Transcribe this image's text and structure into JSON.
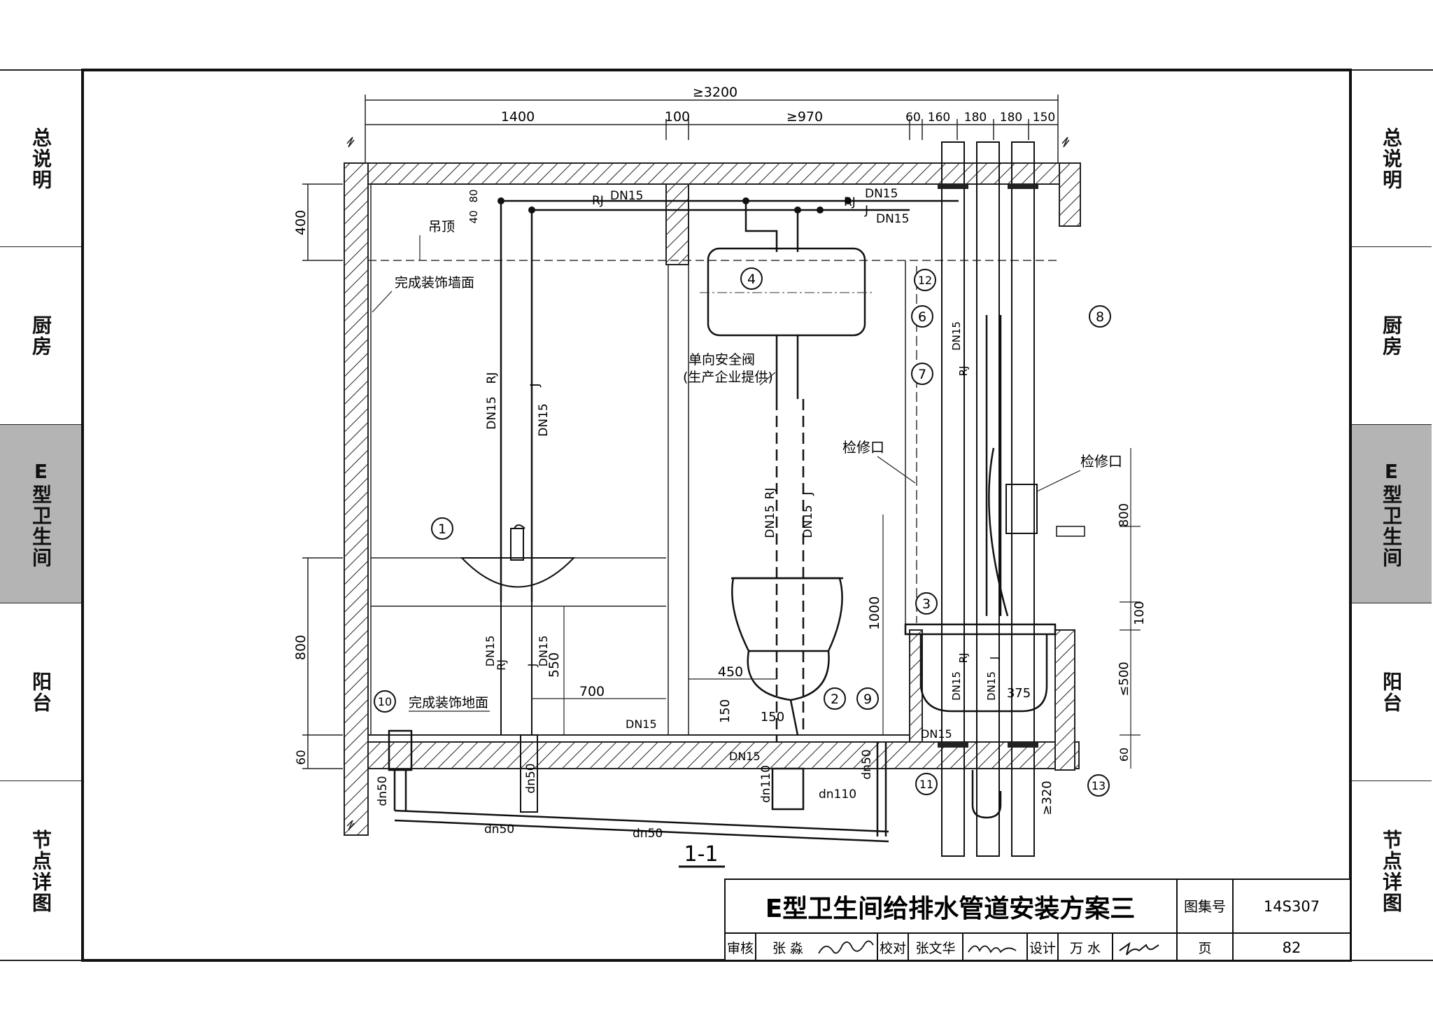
{
  "side_tabs": [
    {
      "label": "总说明",
      "active": false
    },
    {
      "label": "厨房",
      "active": false
    },
    {
      "label": "E型卫生间",
      "active": true
    },
    {
      "label": "阳台",
      "active": false
    },
    {
      "label": "节点详图",
      "active": false
    }
  ],
  "dimensions": {
    "total_width": "≥3200",
    "seg_1": "1400",
    "seg_2": "100",
    "seg_3": "≥970",
    "seg_4": "60",
    "seg_5": "160",
    "seg_6": "180",
    "seg_7": "180",
    "seg_8": "150",
    "ceiling_gap": "400",
    "top_80": "80",
    "top_40": "40",
    "basin_height": "800",
    "floor_60_left": "60",
    "floor_60_right": "60",
    "basin_550": "550",
    "basin_700": "700",
    "toilet_450": "450",
    "toilet_150_v": "150",
    "toilet_150_h": "150",
    "h_1000": "1000",
    "h_800_right": "800",
    "h_100_right": "100",
    "h_500_right": "≤500",
    "tub_375": "375",
    "drain_320": "≥320"
  },
  "pipe_labels": {
    "dn15": "DN15",
    "rj": "RJ",
    "j": "J",
    "dn50": "dn50",
    "dn110": "dn110",
    "dn15_lower": "DN15"
  },
  "annotations": {
    "ceiling": "吊顶",
    "finished_wall": "完成装饰墙面",
    "finished_floor": "完成装饰地面",
    "check_valve_line1": "单向安全阀",
    "check_valve_line2": "(生产企业提供)",
    "access_panel_left": "检修口",
    "access_panel_right": "检修口"
  },
  "markers": [
    "1",
    "2",
    "3",
    "4",
    "6",
    "7",
    "8",
    "9",
    "10",
    "11",
    "12",
    "13"
  ],
  "section_label": "1-1",
  "title_block": {
    "title": "E型卫生间给排水管道安装方案三",
    "atlas_label": "图集号",
    "atlas_no": "14S307",
    "review_label": "审核",
    "reviewer": "张 淼",
    "proof_label": "校对",
    "proofer": "张文华",
    "design_label": "设计",
    "designer": "万 水",
    "page_label": "页",
    "page_no": "82"
  }
}
